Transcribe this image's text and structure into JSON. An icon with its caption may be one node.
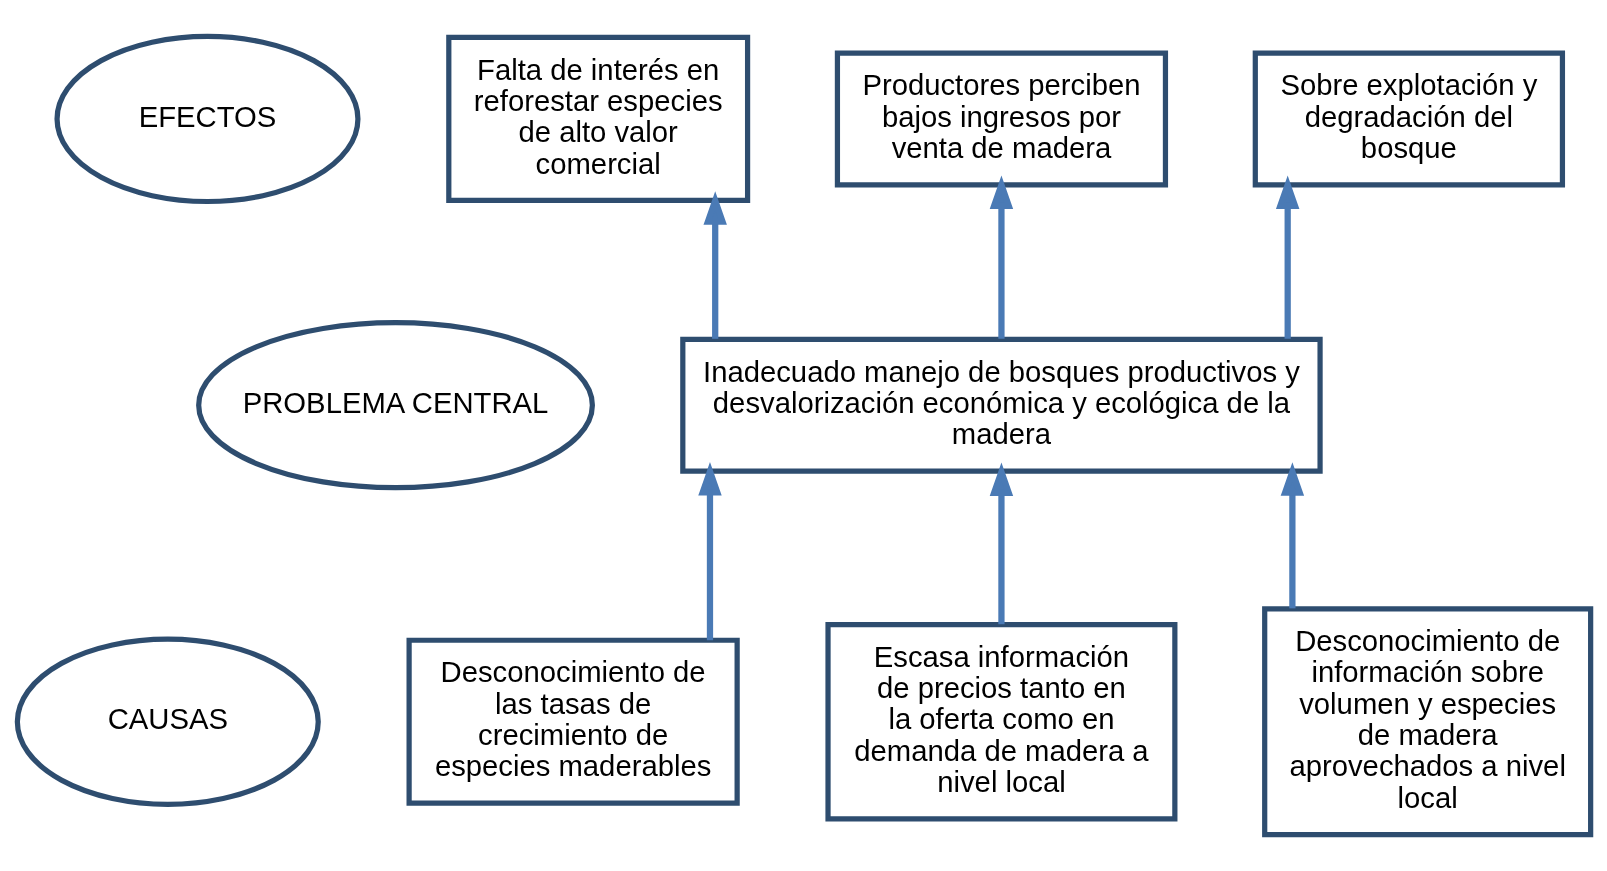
{
  "diagram": {
    "nodes": [
      {
        "text": [
          "EFECTOS"
        ]
      },
      {
        "text": [
          "Falta de interés en reforestar especies de alto valor comercial"
        ]
      },
      {
        "text": [
          "Productores perciben bajos ingresos por venta de madera"
        ]
      },
      {
        "text": [
          "Sobre explotación y degradación del bosque"
        ]
      },
      {
        "text": [
          "PROBLEMA CENTRAL"
        ]
      },
      {
        "text": [
          "Inadecuado manejo de bosques productivos y desvalorización económica y ecológica de la madera"
        ]
      },
      {
        "text": [
          "CAUSAS"
        ]
      },
      {
        "text": [
          "Desconocimiento de las tasas de crecimiento de especies maderables"
        ]
      },
      {
        "text": [
          "Escasa información de precios tanto en la oferta como en demanda de madera a nivel local"
        ]
      },
      {
        "text": [
          "Desconocimiento de información sobre volumen y especies de madera aprovechados a nivel local"
        ]
      }
    ],
    "edges": [
      {
        "from": 5,
        "to": 1,
        "arrow": "to"
      },
      {
        "from": 5,
        "to": 2,
        "arrow": "to"
      },
      {
        "from": 5,
        "to": 3,
        "arrow": "to"
      },
      {
        "from": 7,
        "to": 5,
        "arrow": "to"
      },
      {
        "from": 8,
        "to": 5,
        "arrow": "to"
      },
      {
        "from": 9,
        "to": 5,
        "arrow": "to"
      }
    ]
  }
}
